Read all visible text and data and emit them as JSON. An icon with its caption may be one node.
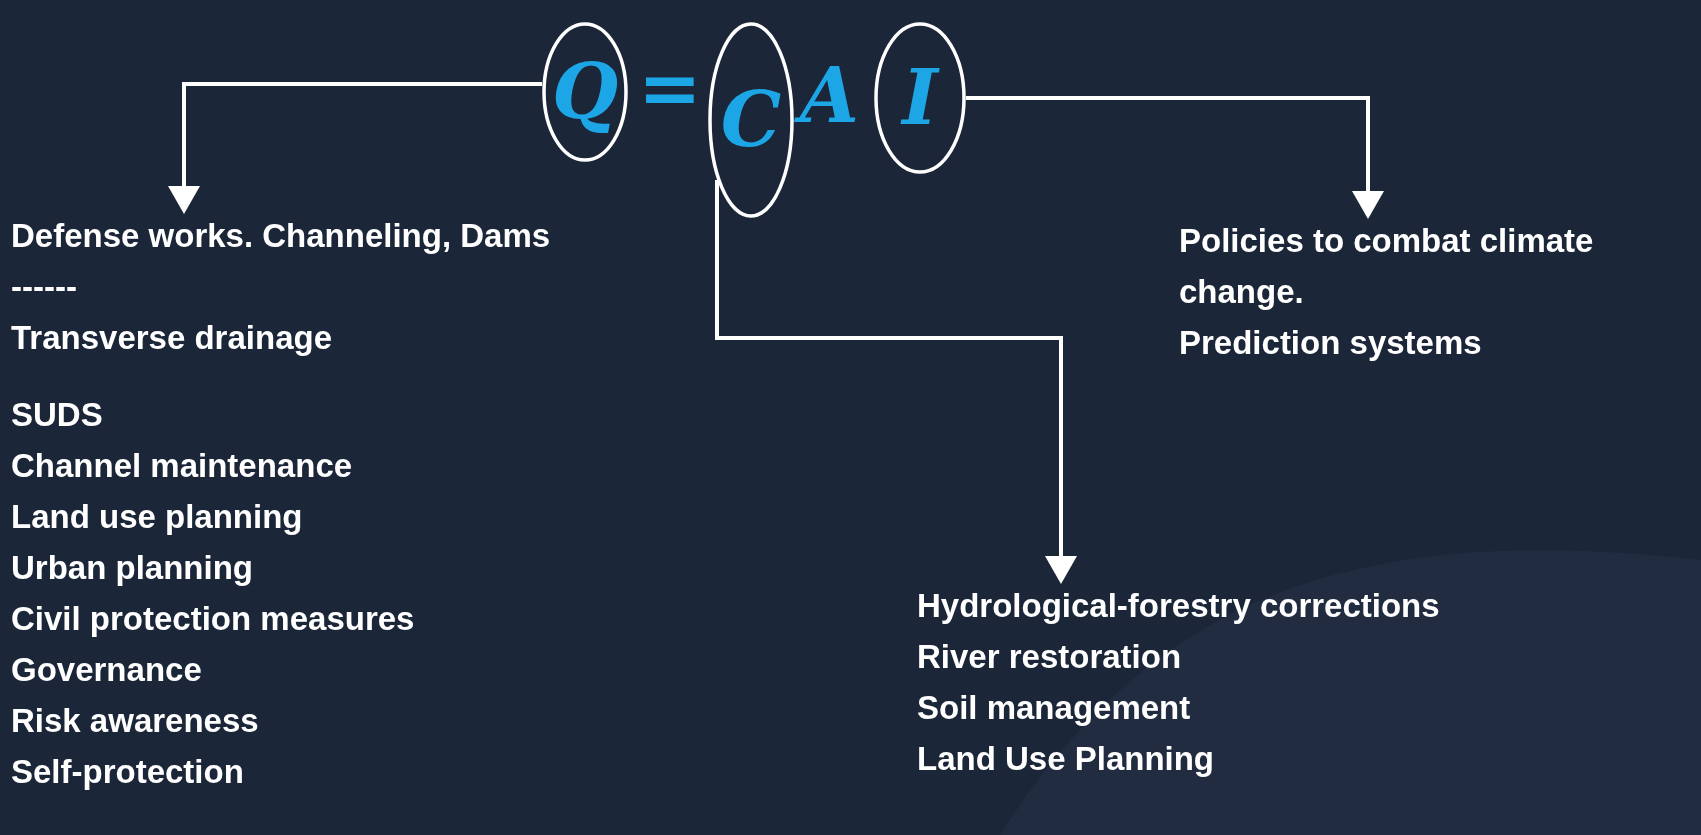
{
  "diagram": {
    "nodes": [
      {
        "text": [
          "Q"
        ]
      },
      {
        "text": [
          "C"
        ]
      },
      {
        "text": [
          "I"
        ]
      },
      {
        "text": [
          "Defense works. Channeling, Dams",
          "------",
          "Transverse drainage",
          "SUDS",
          "Channel maintenance",
          "Land use planning",
          "Urban planning",
          "Civil protection measures",
          "Governance",
          "Risk awareness",
          "Self-protection"
        ]
      },
      {
        "text": [
          "Hydrological-forestry corrections",
          "River restoration",
          "Soil management",
          "Land Use Planning"
        ]
      },
      {
        "text": [
          "Policies to combat climate change.",
          "Prediction systems"
        ]
      }
    ],
    "edges": [
      {
        "from": 0,
        "to": 3,
        "arrow": "to"
      },
      {
        "from": 1,
        "to": 4,
        "arrow": "to"
      },
      {
        "from": 2,
        "to": 5,
        "arrow": "to"
      }
    ],
    "labels": [
      "=",
      "A"
    ]
  }
}
